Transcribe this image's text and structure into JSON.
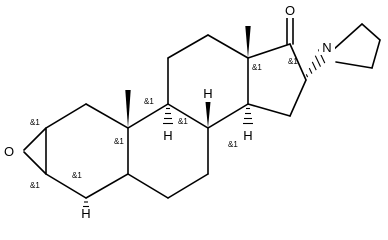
{
  "molecule": {
    "atoms": {
      "oxygen_carbonyl": "O",
      "oxygen_epoxide": "O",
      "nitrogen": "N",
      "h9": "H",
      "h8": "H",
      "h14": "H",
      "h5": "H"
    },
    "stereo_labels": {
      "c13": "&1",
      "c16": "&1",
      "c9": "&1",
      "c8": "&1",
      "c10": "&1",
      "c14": "&1",
      "c2": "&1",
      "c3": "&1",
      "c5": "&1"
    }
  }
}
